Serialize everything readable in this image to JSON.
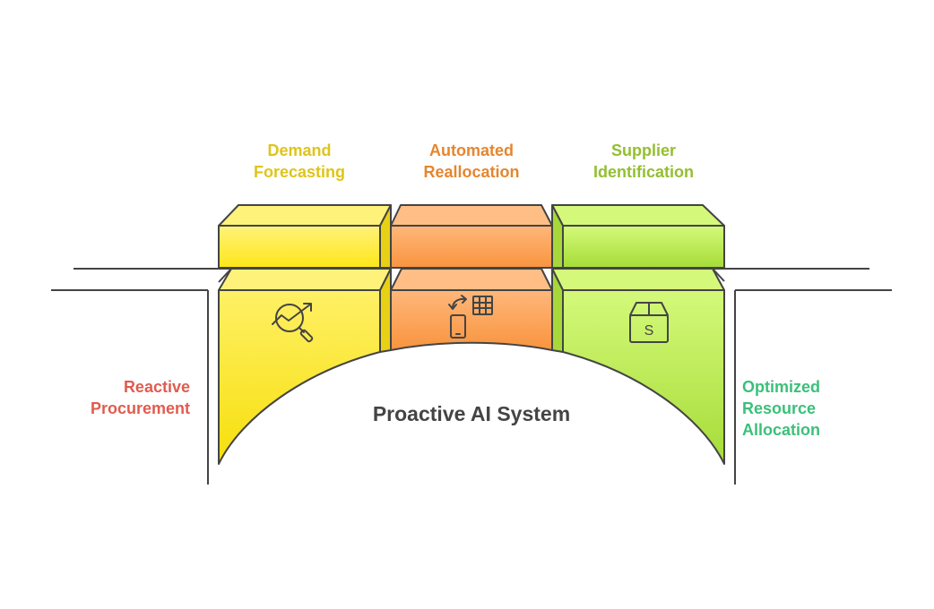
{
  "center_title": "Proactive AI System",
  "top_labels": {
    "demand": {
      "line1": "Demand",
      "line2": "Forecasting"
    },
    "reallocation": {
      "line1": "Automated",
      "line2": "Reallocation"
    },
    "supplier": {
      "line1": "Supplier",
      "line2": "Identification"
    }
  },
  "left_label": {
    "line1": "Reactive",
    "line2": "Procurement"
  },
  "right_label": {
    "line1": "Optimized",
    "line2": "Resource",
    "line3": "Allocation"
  },
  "icons": {
    "demand": "trend-magnifier-icon",
    "reallocation": "device-transfer-icon",
    "supplier": "supplier-box-icon"
  },
  "colors": {
    "demand": "#dfc41a",
    "reallocation": "#e5862f",
    "supplier": "#93bf30",
    "reactive": "#e05c4f",
    "optimized": "#3cc07a",
    "title": "#444444",
    "stroke": "#444444",
    "yellow_fill": "#fde547",
    "orange_fill": "#fba85e",
    "green_fill": "#bcea5a"
  }
}
